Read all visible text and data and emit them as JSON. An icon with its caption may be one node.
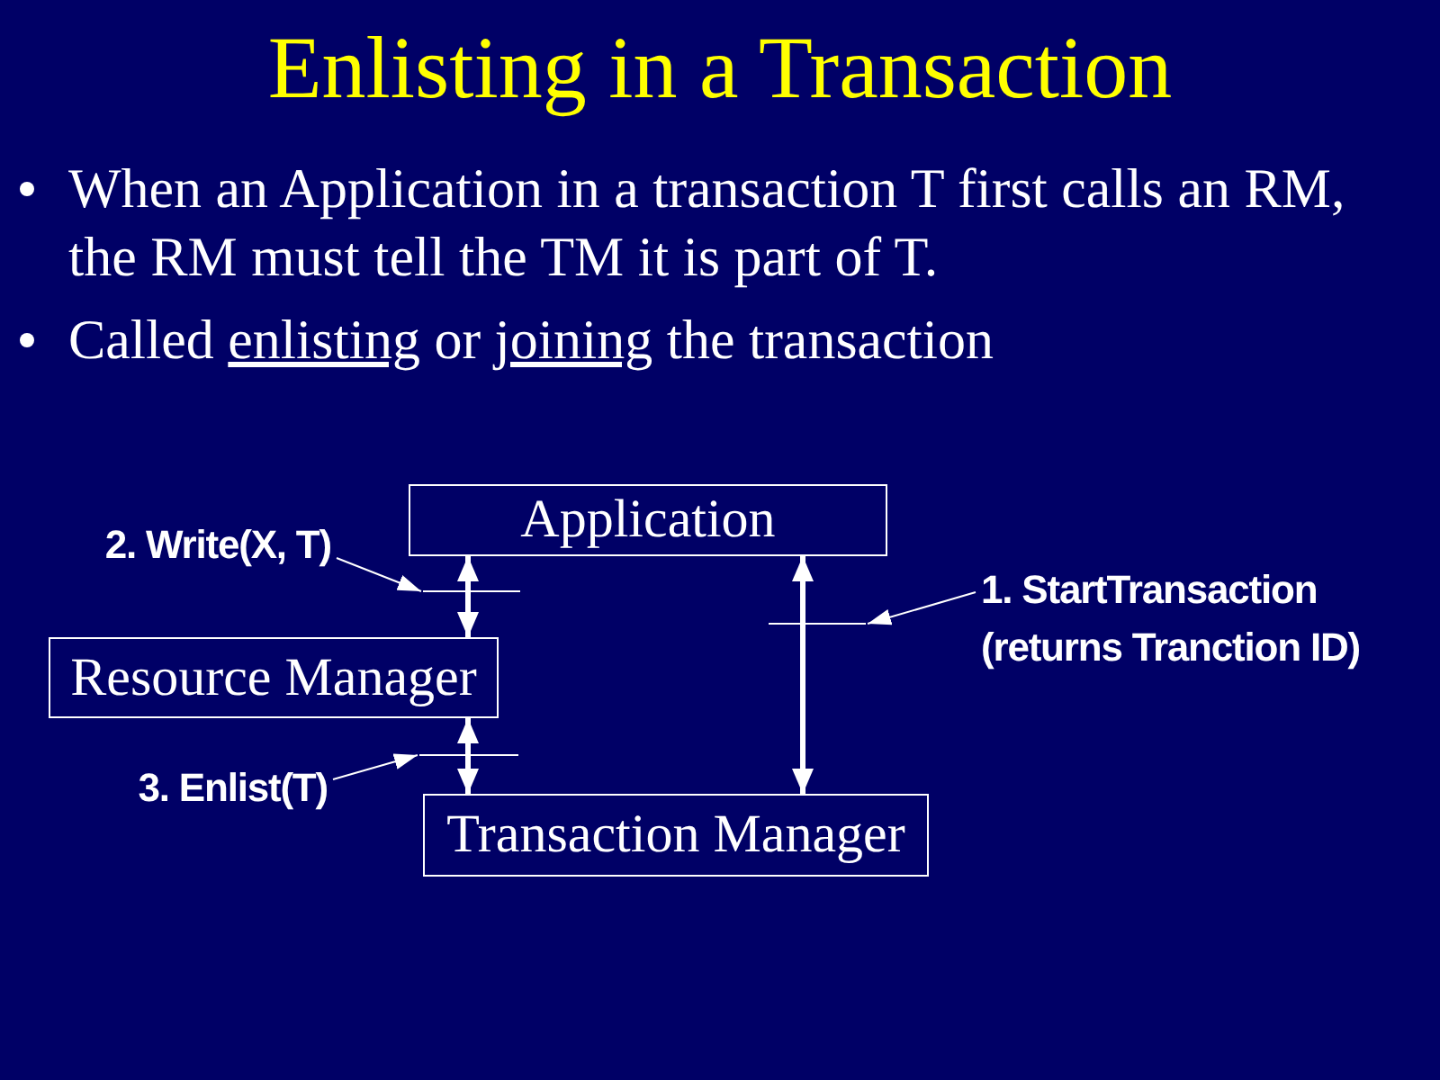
{
  "diagram": {
    "title": "Enlisting in a Transaction",
    "nodes": [
      {
        "text": [
          "Application"
        ]
      },
      {
        "text": [
          "Resource Manager"
        ]
      },
      {
        "text": [
          "Transaction Manager"
        ]
      },
      {
        "text": [
          "2. Write(X, T)"
        ]
      },
      {
        "text": [],
        "shape": "line"
      },
      {
        "text": [
          "1. StartTransaction (returns Tranction ID)"
        ]
      },
      {
        "text": [],
        "shape": "line"
      },
      {
        "text": [
          "3. Enlist(T)"
        ]
      },
      {
        "text": [],
        "shape": "line"
      }
    ],
    "edges": [
      {
        "from": 0,
        "to": 1,
        "arrow": "both",
        "style": "thick"
      },
      {
        "from": 1,
        "to": 2,
        "arrow": "both",
        "style": "thick"
      },
      {
        "from": 0,
        "to": 2,
        "arrow": "both",
        "style": "thick"
      },
      {
        "from": 3,
        "to": 4,
        "arrow": "to"
      },
      {
        "from": 5,
        "to": 6,
        "arrow": "to"
      },
      {
        "from": 7,
        "to": 8,
        "arrow": "to"
      }
    ],
    "labels": [
      "When an Application in a transaction T first calls an RM, the RM must tell the TM it is part of T.",
      "Called enlisting or joining the transaction"
    ]
  }
}
